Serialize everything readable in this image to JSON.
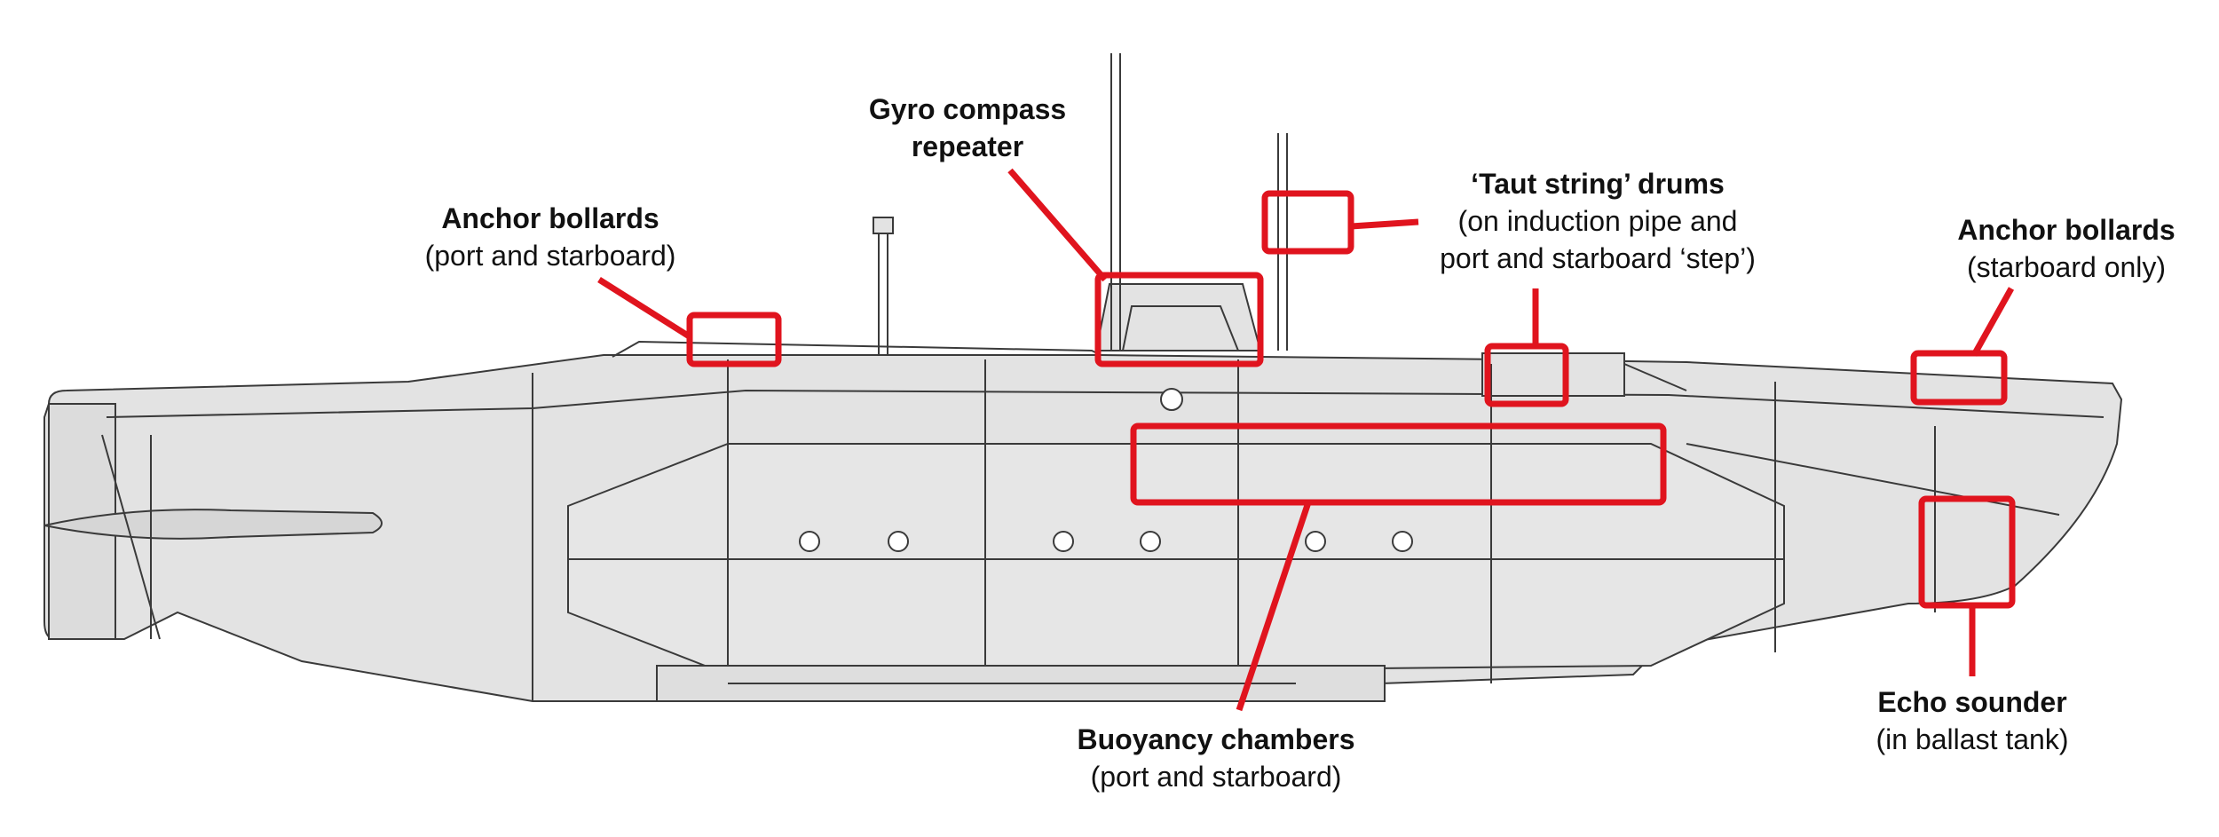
{
  "callouts": {
    "gyro": {
      "title": "Gyro compass repeater",
      "title_line1": "Gyro compass",
      "title_line2": "repeater"
    },
    "anchor_bollards_port": {
      "title": "Anchor bollards",
      "subtitle": "(port and starboard)"
    },
    "taut_string": {
      "title": "‘Taut string’ drums",
      "subtitle_line1": "(on induction pipe and",
      "subtitle_line2": "port and starboard ‘step’)"
    },
    "anchor_bollards_stbd": {
      "title": "Anchor bollards",
      "subtitle": "(starboard only)"
    },
    "echo_sounder": {
      "title": "Echo sounder",
      "subtitle": "(in ballast tank)"
    },
    "buoyancy": {
      "title": "Buoyancy chambers",
      "subtitle": "(port and starboard)"
    }
  },
  "colors": {
    "hull_fill": "#e3e3e3",
    "hull_line": "#3a3a3a",
    "highlight": "#e0141e",
    "text": "#111111"
  }
}
